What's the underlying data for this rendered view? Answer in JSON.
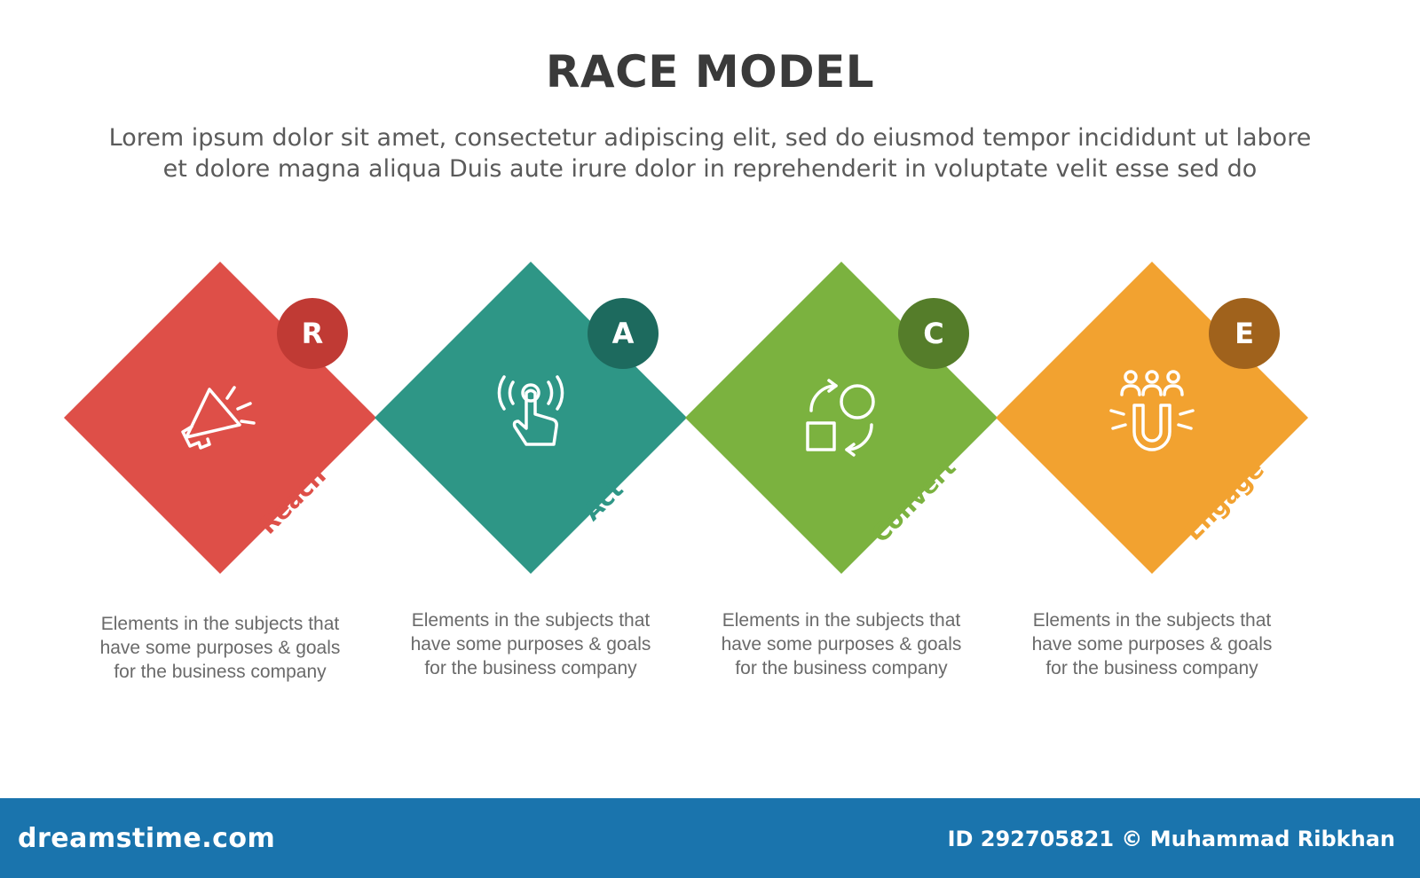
{
  "header": {
    "title": "RACE MODEL",
    "subtitle_lines": [
      "Lorem ipsum dolor sit amet, consectetur adipiscing elit, sed do eiusmod tempor incididunt ut labore",
      "et dolore magna aliqua Duis aute irure dolor in reprehenderit in voluptate velit esse sed do"
    ]
  },
  "steps": [
    {
      "letter": "R",
      "label": "Reach",
      "icon": "megaphone-icon",
      "color": "#de4f48",
      "badge_color": "#c03a34",
      "label_color": "#de4f48",
      "description": [
        "Elements in the subjects that",
        "have  some purposes & goals",
        "for the  business company"
      ]
    },
    {
      "letter": "A",
      "label": "Act",
      "icon": "touch-hand-icon",
      "color": "#2e9686",
      "badge_color": "#1d6a5e",
      "label_color": "#2e9686",
      "description": [
        "Elements in the subjects that",
        "have  some purposes & goals",
        "for the  business company"
      ]
    },
    {
      "letter": "C",
      "label": "Convert",
      "icon": "convert-shapes-icon",
      "color": "#7bb23f",
      "badge_color": "#557d2a",
      "label_color": "#7bb23f",
      "description": [
        "Elements in the subjects that",
        "have  some purposes & goals",
        "for the  business company"
      ]
    },
    {
      "letter": "E",
      "label": "Engage",
      "icon": "magnet-people-icon",
      "color": "#f2a230",
      "badge_color": "#a0621c",
      "label_color": "#f2a230",
      "description": [
        "Elements in the subjects that",
        "have  some purposes & goals",
        "for the  business company"
      ]
    }
  ],
  "footer": {
    "brand": "dreamstime.com",
    "credit": "ID 292705821 © Muhammad Ribkhan"
  }
}
